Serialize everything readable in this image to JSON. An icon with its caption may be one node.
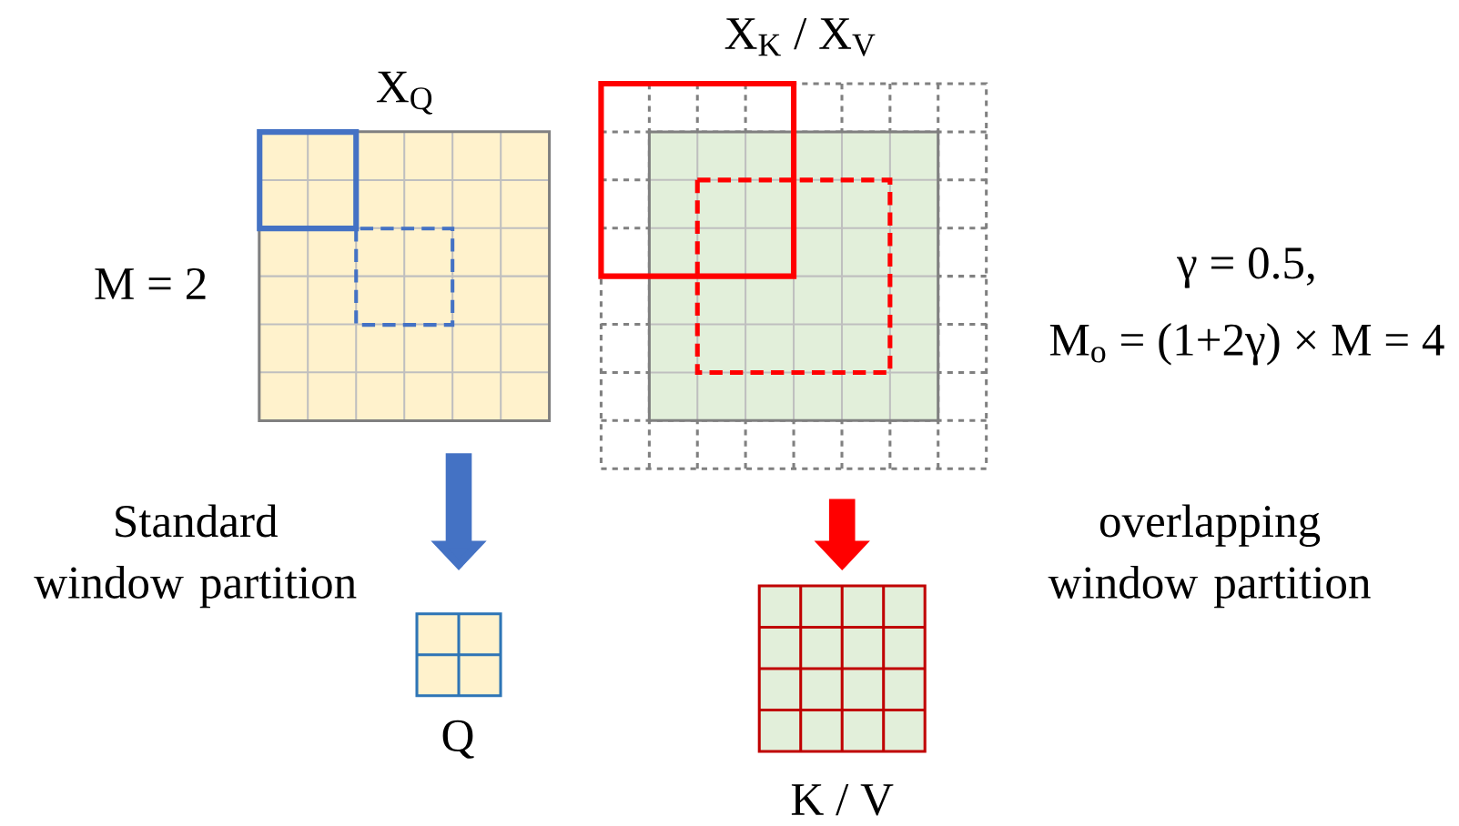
{
  "diagram": {
    "nodes": [
      {
        "text": [
          "X$_{Q}$"
        ]
      },
      {
        "text": [
          "Q"
        ]
      },
      {
        "text": [
          "X$_{K}$ / X$_{V}$"
        ]
      },
      {
        "text": [
          "K / V"
        ]
      }
    ],
    "edges": [
      {
        "from": 0,
        "to": 1,
        "arrow": "to",
        "color": "#4472c4"
      },
      {
        "from": 2,
        "to": 3,
        "arrow": "to",
        "color": "#ff0000"
      }
    ],
    "labels": [
      "γ = 0.5,",
      "M = 2",
      "M$_{o}$ = (1+2γ) × M = 4",
      "Standard window partition",
      "overlapping window partition"
    ]
  }
}
